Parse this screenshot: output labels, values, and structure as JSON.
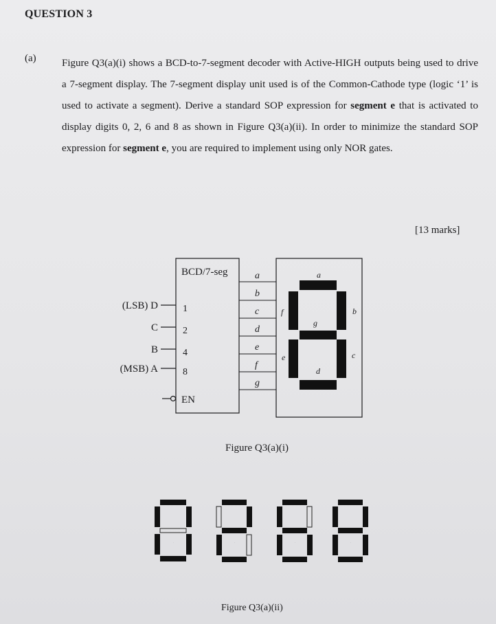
{
  "heading": "QUESTION 3",
  "part_label": "(a)",
  "question": {
    "part1": "Figure Q3(a)(i) shows a BCD-to-7-segment decoder with Active-HIGH outputs being used to drive a 7-segment display. The 7-segment display unit used is of the Common-Cathode type (logic ‘1’ is used to activate a segment). Derive a standard SOP expression for ",
    "bold1": "segment e",
    "part2": " that is activated to display digits 0, 2, 6 and 8 as shown in Figure Q3(a)(ii). In order to minimize the standard SOP expression for ",
    "bold2": "segment e",
    "part3": ", you are required to implement using only NOR gates."
  },
  "marks": "[13 marks]",
  "decoder": {
    "title": "BCD/7-seg",
    "inputs": [
      {
        "name": "(LSB) D",
        "weight": "1"
      },
      {
        "name": "C",
        "weight": "2"
      },
      {
        "name": "B",
        "weight": "4"
      },
      {
        "name": "(MSB) A",
        "weight": "8"
      }
    ],
    "enable": "EN",
    "outputs": [
      "a",
      "b",
      "c",
      "d",
      "e",
      "f",
      "g"
    ]
  },
  "display_labels": {
    "a": "a",
    "b": "b",
    "c": "c",
    "d": "d",
    "e": "e",
    "f": "f",
    "g": "g"
  },
  "caption1": "Figure Q3(a)(i)",
  "digits": [
    "0",
    "2",
    "6",
    "8"
  ],
  "caption2": "Figure Q3(a)(ii)",
  "colors": {
    "ink": "#1b1b1d",
    "segment": "#111111",
    "paper": "#e7e7e9"
  }
}
